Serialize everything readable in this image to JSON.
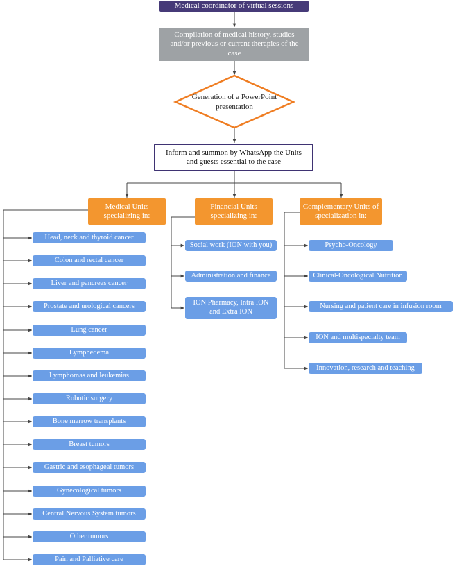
{
  "coordinator": "Medical coordinator of virtual sessions",
  "history": "Compilation of medical history, studies and/or previous or current therapies of the case",
  "presentation": "Generation of a PowerPoint presentation",
  "inform": "Inform and summon by WhatsApp the Units and guests essential to the case",
  "colors": {
    "coordinator": "#463a78",
    "history": "#9ea2a5",
    "decision_border": "#ef7d22",
    "unit_header": "#f3962f",
    "unit_item": "#6b9ee6",
    "connector": "#444444"
  },
  "medical": {
    "title": "Medical Units specializing in:",
    "items": [
      "Head, neck and thyroid cancer",
      "Colon and rectal cancer",
      "Liver and pancreas cancer",
      "Prostate and urological cancers",
      "Lung cancer",
      "Lymphedema",
      "Lymphomas and leukemias",
      "Robotic surgery",
      "Bone marrow transplants",
      "Breast tumors",
      "Gastric and esophageal tumors",
      "Gynecological tumors",
      "Central Nervous System tumors",
      "Other tumors",
      "Pain and Palliative care"
    ]
  },
  "financial": {
    "title": "Financial Units specializing in:",
    "items": [
      "Social work (ION with you)",
      "Administration and finance",
      "ION Pharmacy, Intra ION and Extra ION"
    ]
  },
  "complementary": {
    "title": "Complementary Units of specialization in:",
    "items": [
      "Psycho-Oncology",
      "Clinical-Oncological Nutrition",
      "Nursing and patient care in infusion room",
      "ION and multispecialty team",
      "Innovation, research and teaching"
    ]
  }
}
